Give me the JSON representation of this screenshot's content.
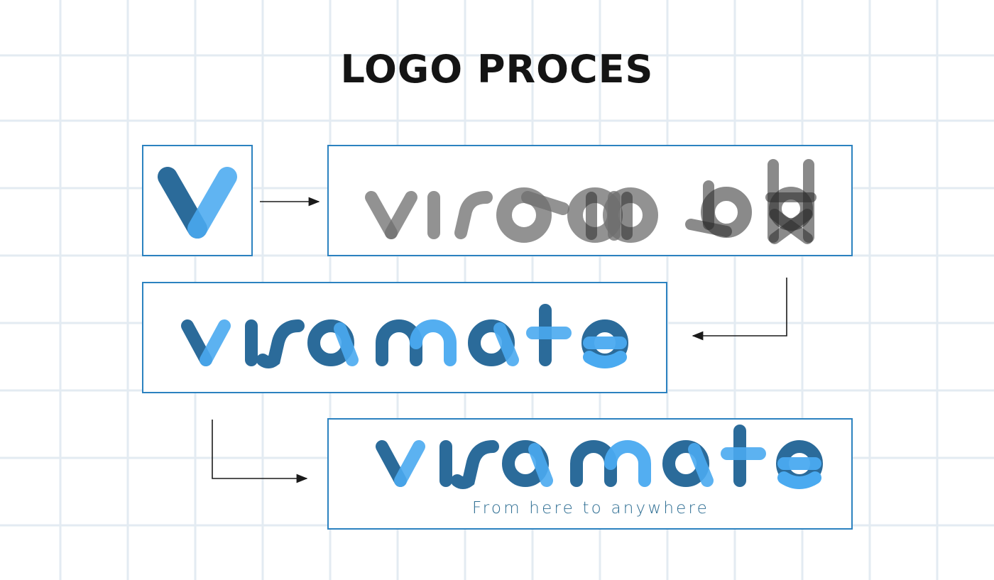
{
  "title": "LOGO PROCES",
  "logo_wordmark": "visamate",
  "tagline": "From here to anywhere",
  "colors": {
    "dark_blue": "#2b6b9a",
    "light_blue": "#4aaaf0",
    "panel_border": "#2c82c0",
    "sketch_gray": "#7a7a7a",
    "sketch_dark": "#2a2a2a",
    "arrow": "#1a1a1a"
  },
  "steps": [
    {
      "name": "icon"
    },
    {
      "name": "sketch"
    },
    {
      "name": "wordmark"
    },
    {
      "name": "final"
    }
  ]
}
